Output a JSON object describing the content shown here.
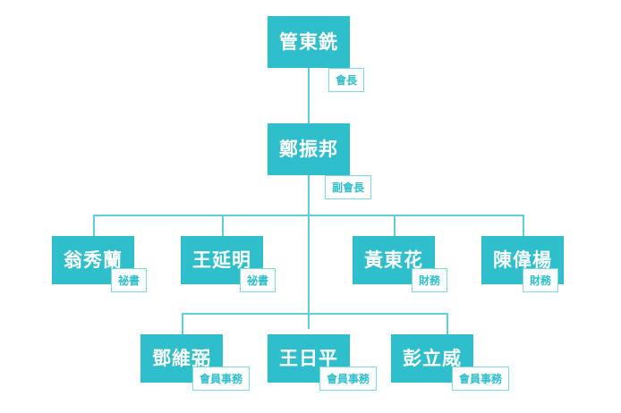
{
  "chart": {
    "type": "org-chart",
    "accent_color": "#2FBECB",
    "line_color": "#5ECFDC",
    "badge_border_color": "#7FD8E3",
    "badge_text_color": "#2FBECB",
    "name_text_color": "#FFFFFF",
    "background_color": "#FFFFFF",
    "levels": [
      {
        "level": 1,
        "nodes": [
          {
            "name": "管東銑",
            "title": "會長"
          }
        ]
      },
      {
        "level": 2,
        "nodes": [
          {
            "name": "鄭振邦",
            "title": "副會長"
          }
        ]
      },
      {
        "level": 3,
        "nodes": [
          {
            "name": "翁秀蘭",
            "title": "祕書"
          },
          {
            "name": "王延明",
            "title": "祕書"
          },
          {
            "name": "黃東花",
            "title": "財務"
          },
          {
            "name": "陳偉楊",
            "title": "財務"
          }
        ]
      },
      {
        "level": 4,
        "nodes": [
          {
            "name": "鄧維弼",
            "title": "會員事務"
          },
          {
            "name": "王日平",
            "title": "會員事務"
          },
          {
            "name": "彭立威",
            "title": "會員事務"
          }
        ]
      }
    ]
  }
}
